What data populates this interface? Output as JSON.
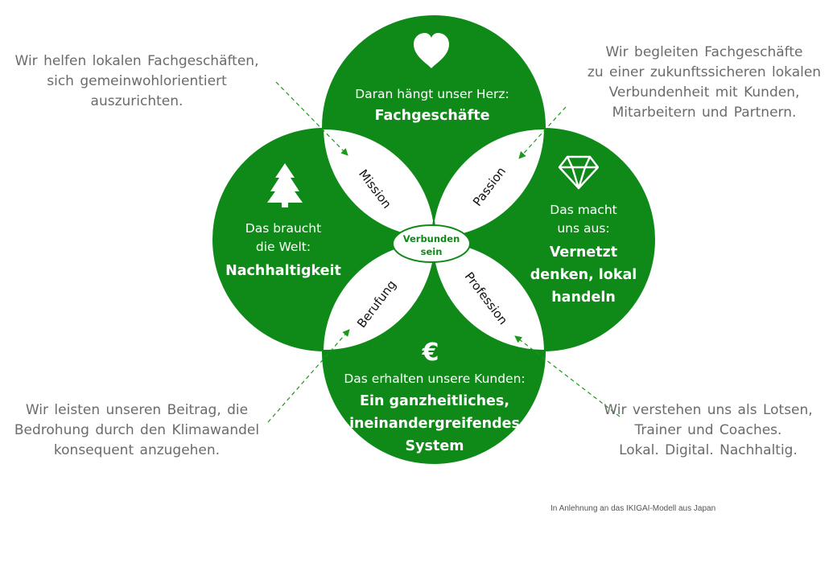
{
  "colors": {
    "circle_fill": "#0f8a18",
    "petal_fill": "#ffffff",
    "annotation_text": "#6b6b6b",
    "arrow": "#1a9a1a"
  },
  "circles": {
    "top": {
      "icon": "heart-icon",
      "intro": "Daran hängt unser Herz:",
      "title": "Fachgeschäfte"
    },
    "left": {
      "icon": "tree-icon",
      "intro_1": "Das braucht",
      "intro_2": "die Welt:",
      "title": "Nachhaltigkeit"
    },
    "right": {
      "icon": "diamond-icon",
      "intro_1": "Das macht",
      "intro_2": "uns aus:",
      "title_1": "Vernetzt",
      "title_2": "denken, lokal",
      "title_3": "handeln"
    },
    "bottom": {
      "icon": "euro-icon",
      "icon_glyph": "€",
      "intro": "Das erhalten unsere Kunden:",
      "title_1": "Ein ganzheitliches,",
      "title_2": "ineinandergreifendes",
      "title_3": "System"
    }
  },
  "petals": {
    "mission": "Mission",
    "passion": "Passion",
    "berufung": "Berufung",
    "profession": "Profession"
  },
  "center": {
    "line_1": "Verbunden",
    "line_2": "sein"
  },
  "annotations": {
    "top_left": [
      "Wir helfen lokalen Fachgeschäften,",
      "sich gemeinwohlorientiert",
      "auszurichten."
    ],
    "top_right": [
      "Wir begleiten Fachgeschäfte",
      "zu einer zukunftssicheren lokalen",
      "Verbundenheit mit Kunden,",
      "Mitarbeitern und Partnern."
    ],
    "bottom_left": [
      "Wir leisten unseren Beitrag, die",
      "Bedrohung durch den Klimawandel",
      "konsequent anzugehen."
    ],
    "bottom_right": [
      "Wir verstehen uns als Lotsen,",
      "Trainer und Coaches.",
      "Lokal. Digital. Nachhaltig."
    ]
  },
  "source_note": "In Anlehnung an das IKIGAI-Modell aus Japan"
}
